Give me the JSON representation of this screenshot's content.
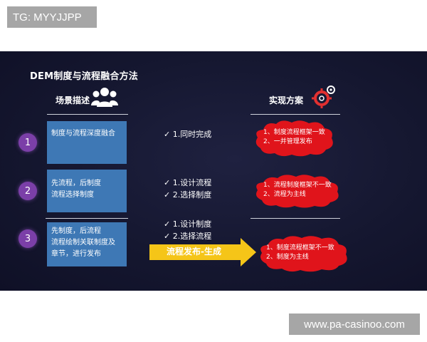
{
  "watermark_top": "TG: MYYJJPP",
  "watermark_bottom": "www.pa-casinoo.com",
  "slide": {
    "title": "DEM制度与流程融合方法",
    "left_heading": "场景描述",
    "right_heading": "实现方案",
    "rows": [
      {
        "number": "1",
        "box_lines": [
          "制度与流程深度融合"
        ],
        "checks": [
          "1.同时完成"
        ],
        "cloud_lines": [
          "1、制度流程框架一致",
          "2、一并管理发布"
        ]
      },
      {
        "number": "2",
        "box_lines": [
          "先流程，后制度",
          "流程选择制度"
        ],
        "checks": [
          "1.设计流程",
          "2.选择制度"
        ],
        "cloud_lines": [
          "1、流程制度框架不一致",
          "2、流程为主线"
        ]
      },
      {
        "number": "3",
        "box_lines": [
          "先制度，后流程",
          "流程绘制关联制度及",
          "章节，进行发布"
        ],
        "checks": [
          "1.设计制度",
          "2.选择流程"
        ],
        "cloud_lines": [
          "1、制度流程框架不一致",
          "2、制度为主线"
        ]
      }
    ],
    "arrow_label": "流程发布-生成",
    "check_mark": "✓"
  },
  "colors": {
    "slide_bg": "#151730",
    "box_blue": "#3e78b5",
    "circle_purple": "#7b3fa8",
    "cloud_red": "#e0141b",
    "arrow_yellow": "#f5c518"
  }
}
